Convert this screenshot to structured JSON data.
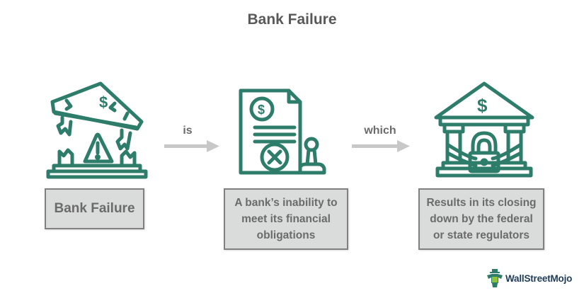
{
  "title": "Bank Failure",
  "colors": {
    "icon_stroke": "#2e7d6b",
    "box_fill": "#d9dcdb",
    "box_border": "#808080",
    "text_gray": "#6b6b6b",
    "arrow_gray": "#c8c8c8"
  },
  "steps": [
    {
      "icon": "broken-bank-warning-icon",
      "text": "Bank Failure"
    },
    {
      "icon": "rejected-document-stamp-icon",
      "lines": [
        "A bank’s inability to",
        "meet its financial",
        "obligations"
      ]
    },
    {
      "icon": "locked-bank-icon",
      "lines": [
        "Results in its closing",
        "down by the federal",
        "or state regulators"
      ]
    }
  ],
  "connectors": [
    {
      "label": "is"
    },
    {
      "label": "which"
    }
  ],
  "brand": {
    "name": "WallStreetMojo"
  }
}
